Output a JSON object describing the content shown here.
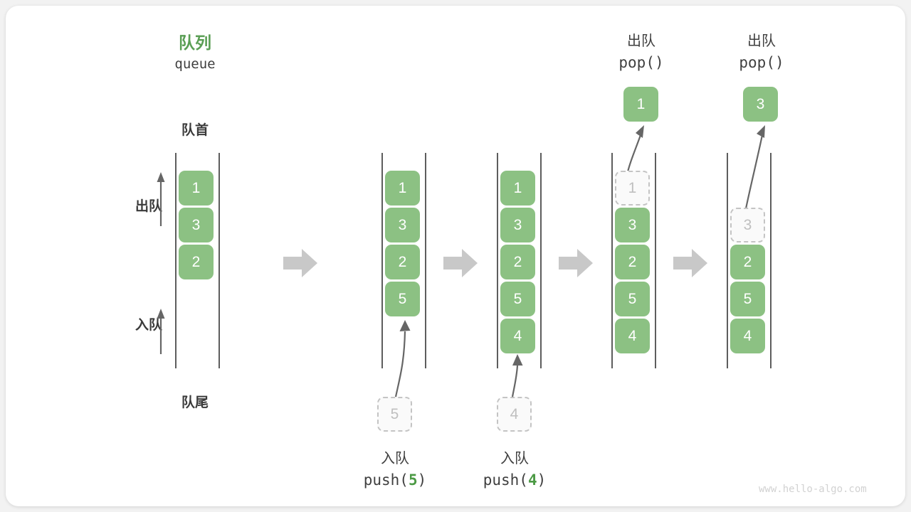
{
  "diagram": {
    "title_cn": "队列",
    "title_en": "queue",
    "front_label": "队首",
    "rear_label": "队尾",
    "dequeue_label": "出队",
    "enqueue_label": "入队",
    "watermark": "www.hello-algo.com",
    "colors": {
      "element": "#8cc183",
      "accent": "#5a9e54",
      "ghost_border": "#c4c4c4",
      "rail": "#5d5d5d",
      "flow_arrow": "#c8c8c8",
      "text": "#3f3f3f"
    }
  },
  "steps": [
    {
      "id": "initial",
      "caption_cn": "",
      "caption_code": "",
      "cells": [
        "1",
        "3",
        "2"
      ],
      "ghost_index": null,
      "incoming": null,
      "popped": null
    },
    {
      "id": "push-5",
      "caption_cn": "入队",
      "caption_code_prefix": "push(",
      "caption_code_num": "5",
      "caption_code_suffix": ")",
      "cells": [
        "1",
        "3",
        "2",
        "5"
      ],
      "ghost_index": null,
      "incoming": "5",
      "popped": null
    },
    {
      "id": "push-4",
      "caption_cn": "入队",
      "caption_code_prefix": "push(",
      "caption_code_num": "4",
      "caption_code_suffix": ")",
      "cells": [
        "1",
        "3",
        "2",
        "5",
        "4"
      ],
      "ghost_index": null,
      "incoming": "4",
      "popped": null
    },
    {
      "id": "pop-1",
      "caption_cn": "出队",
      "caption_code": "pop()",
      "cells": [
        "1",
        "3",
        "2",
        "5",
        "4"
      ],
      "ghost_index": 0,
      "incoming": null,
      "popped": "1"
    },
    {
      "id": "pop-3",
      "caption_cn": "出队",
      "caption_code": "pop()",
      "cells": [
        "3",
        "2",
        "5",
        "4"
      ],
      "ghost_index": 0,
      "incoming": null,
      "popped": "3"
    }
  ],
  "cell_labels": {
    "c1_0": "1",
    "c1_1": "3",
    "c1_2": "2",
    "c2_0": "1",
    "c2_1": "3",
    "c2_2": "2",
    "c2_3": "5",
    "c3_0": "1",
    "c3_1": "3",
    "c3_2": "2",
    "c3_3": "5",
    "c3_4": "4",
    "c4_0": "1",
    "c4_1": "3",
    "c4_2": "2",
    "c4_3": "5",
    "c4_4": "4",
    "c5_0": "3",
    "c5_1": "2",
    "c5_2": "5",
    "c5_3": "4",
    "in2": "5",
    "in3": "4",
    "out4": "1",
    "out5": "3"
  }
}
